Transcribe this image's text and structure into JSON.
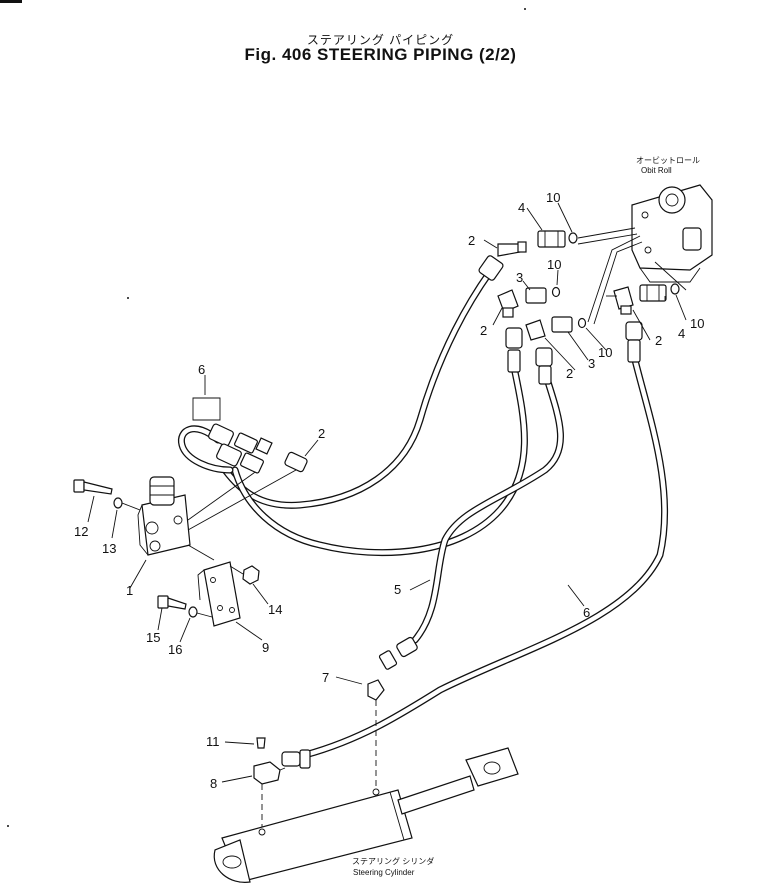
{
  "header": {
    "title_jp": "ステアリング パイピング",
    "title_en": "Fig. 406  STEERING  PIPING  (2/2)"
  },
  "labels": {
    "obit_roll_jp": "オービットロール",
    "obit_roll_en": "Obit Roll",
    "cylinder_jp": "ステアリング シリンダ",
    "cylinder_en": "Steering Cylinder"
  },
  "callouts": {
    "c1": "1",
    "c2a": "2",
    "c2b": "2",
    "c2c": "2",
    "c2d": "2",
    "c2e": "2",
    "c3a": "3",
    "c3b": "3",
    "c4a": "4",
    "c4b": "4",
    "c5": "5",
    "c6a": "6",
    "c6b": "6",
    "c7": "7",
    "c8": "8",
    "c9": "9",
    "c10a": "10",
    "c10b": "10",
    "c10c": "10",
    "c10d": "10",
    "c11": "11",
    "c12": "12",
    "c13": "13",
    "c14": "14",
    "c15": "15",
    "c16": "16"
  }
}
